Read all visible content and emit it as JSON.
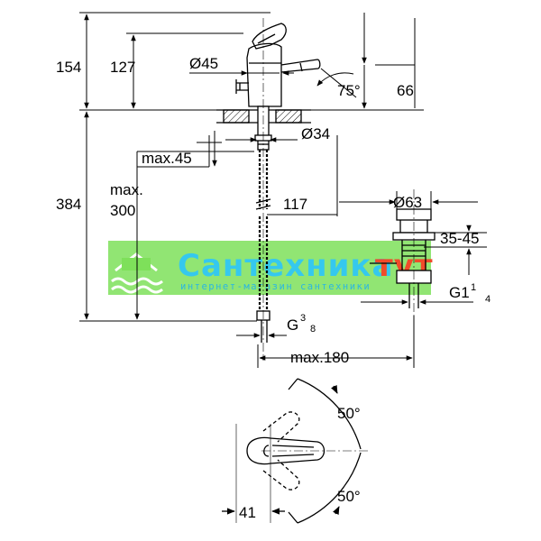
{
  "dimensions": {
    "d154": "154",
    "d127": "127",
    "d45dia": "Ø45",
    "d75deg": "75°",
    "d66": "66",
    "d34dia": "Ø34",
    "max45": "max.45",
    "d384": "384",
    "max300_line1": "max.",
    "max300_line2": "300",
    "d117": "117",
    "d63dia": "Ø63",
    "d35_45": "35-45",
    "g1_main": "G1",
    "g1_num": "1",
    "g1_den": "4",
    "g38_main": "G",
    "g38_num": "3",
    "g38_den": "8",
    "max180": "max.180",
    "d50top": "50°",
    "d50bottom": "50°",
    "d41": "41"
  },
  "watermark": {
    "title": "Сантехника",
    "title_suffix": "тут",
    "subtitle": "интернет-магазин сантехники",
    "band_color": "#7ee05a",
    "text_color": "#35c8ee",
    "accent_color": "#f04b2a",
    "logo": "house-waves-icon"
  },
  "colors": {
    "line": "#000000",
    "background": "#ffffff"
  }
}
